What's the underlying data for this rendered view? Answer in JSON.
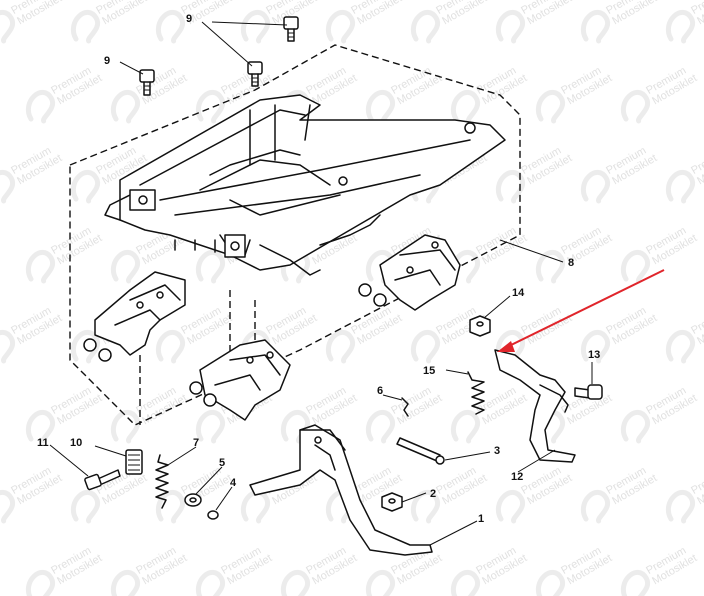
{
  "watermark": {
    "line1": "Premium",
    "line2": "Motosiklet"
  },
  "labels": {
    "p1": "1",
    "p2": "2",
    "p3": "3",
    "p4": "4",
    "p5": "5",
    "p6": "6",
    "p7": "7",
    "p8": "8",
    "p9a": "9",
    "p9b": "9",
    "p10": "10",
    "p11": "11",
    "p12": "12",
    "p13": "13",
    "p14": "14",
    "p15": "15"
  },
  "colors": {
    "line": "#111111",
    "arrow": "#e0252b",
    "watermark": "#e1e1e1"
  }
}
